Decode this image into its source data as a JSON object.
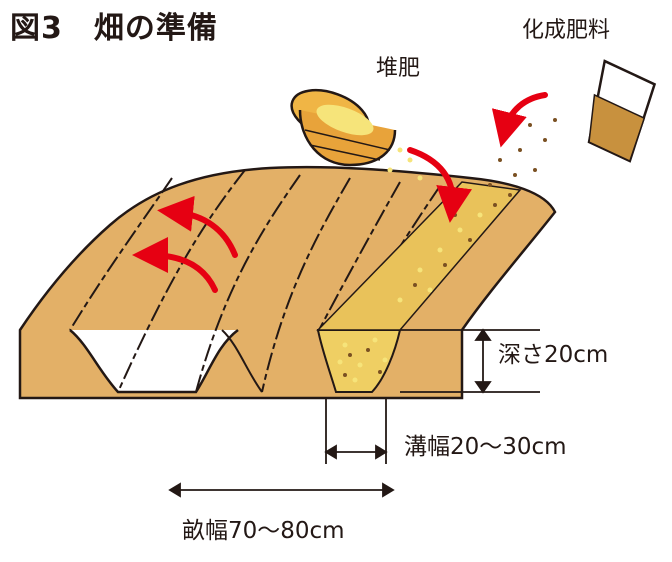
{
  "title": "図3　畑の準備",
  "labels": {
    "compost": "堆肥",
    "fertilizer": "化成肥料",
    "depth": "深さ20cm",
    "furrow_width": "溝幅20～30cm",
    "ridge_width": "畝幅70～80cm"
  },
  "colors": {
    "soil": "#e3b067",
    "soil_outline": "#231815",
    "compost": "#f2dc60",
    "fertilizer": "#7a5022",
    "arrow_red": "#e60012",
    "basket": "#f0b545",
    "text": "#231815"
  },
  "icons": {
    "basket": "basket-icon",
    "cup": "cup-icon",
    "arrow": "curved-arrow-icon"
  }
}
